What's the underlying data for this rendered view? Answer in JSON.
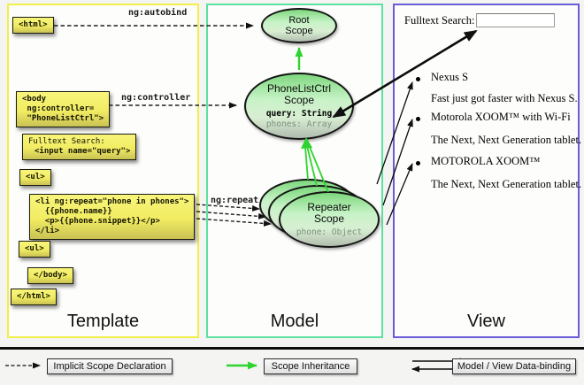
{
  "columns": {
    "template": {
      "title": "Template"
    },
    "model": {
      "title": "Model"
    },
    "view": {
      "title": "View"
    }
  },
  "template": {
    "html_open": "<html>",
    "body_open_line1": "<body",
    "body_open_line2": " ng:controller=",
    "body_open_line3": " \"PhoneListCtrl\">",
    "fulltext_line1": "Fulltext Search:",
    "fulltext_line2": "<input name=\"query\">",
    "ul_open": "<ul>",
    "li_line1": "<li ng:repeat=\"phone in phones\">",
    "li_line2": "  {{phone.name}}",
    "li_line3": "  <p>{{phone.snippet}}</p>",
    "li_line4": "</li>",
    "ul_close": "<ul>",
    "body_close": "</body>",
    "html_close": "</html>",
    "directive_autobind": "ng:autobind",
    "directive_controller": "ng:controller",
    "directive_repeat": "ng:repeat"
  },
  "model": {
    "root_scope_name": "Root\nScope",
    "phonelist_scope_name": "PhoneListCtrl\nScope",
    "phonelist_prop_query": "query: String",
    "phonelist_prop_phones": "phones: Array",
    "repeater_scope_name": "Repeater\nScope",
    "repeater_prop_phone": "phone: Object"
  },
  "view": {
    "search_label": "Fulltext Search:",
    "search_value": "",
    "items": [
      {
        "name": "Nexus S",
        "desc": "Fast just got faster with Nexus S."
      },
      {
        "name": "Motorola XOOM™ with Wi-Fi",
        "desc": "The Next, Next Generation tablet."
      },
      {
        "name": "MOTOROLA XOOM™",
        "desc": "The Next, Next Generation tablet."
      }
    ]
  },
  "legend": {
    "implicit_label": "Implicit Scope Declaration",
    "inheritance_label": "Scope Inheritance",
    "binding_label": "Model / View Data-binding"
  },
  "colors": {
    "template_border": "#f2ee4a",
    "model_border": "#5ce2a0",
    "view_border": "#6a5cd8",
    "scope_fill_top": "#7ed87e",
    "scope_fill_bottom": "#b0bcae",
    "code_box_top": "#f8f57b",
    "code_box_bottom": "#c9c254",
    "inheritance_green": "#2fd32f"
  }
}
